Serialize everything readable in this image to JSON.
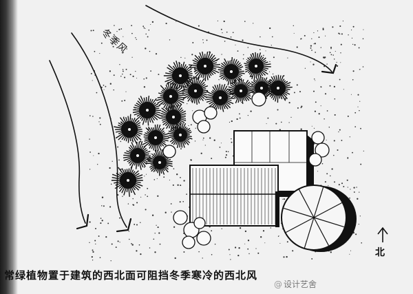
{
  "diagram": {
    "wind_label": "冬季风",
    "north_label": "北",
    "caption": "常绿植物置于建筑的西北面可阻挡冬季寒冷的西北风"
  },
  "watermark": {
    "at_sign": "@",
    "text": "设计艺舍"
  }
}
